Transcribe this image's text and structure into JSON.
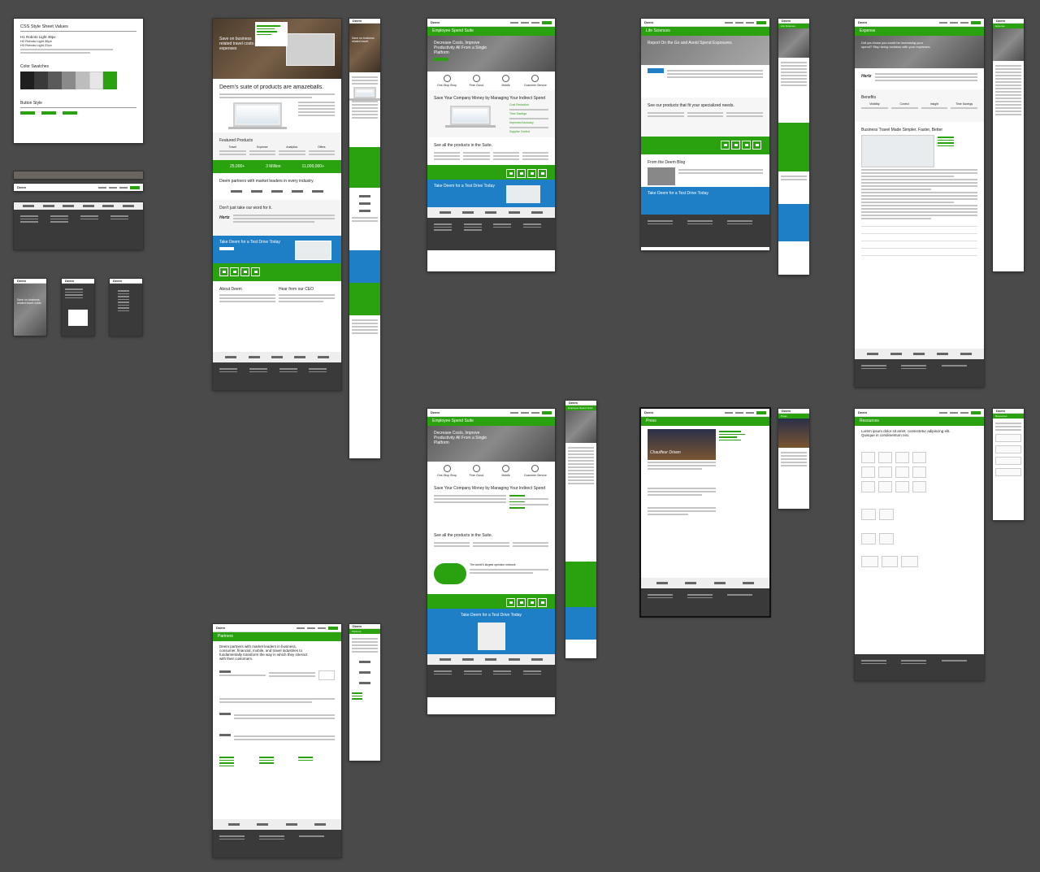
{
  "styleguide": {
    "title": "CSS Style Sheet Values",
    "h1": "H1 Roboto Light 48px",
    "h2": "H2 Roboto Light 36px",
    "h3": "H3 Roboto Light 22px",
    "swatches_title": "Color Swatches",
    "buttons_title": "Button Style",
    "swatch_colors": [
      "#1e1e1e",
      "#3a3a3a",
      "#5a5a5a",
      "#8a8a8a",
      "#bdbdbd",
      "#e6e6e6",
      "#2aa10f"
    ]
  },
  "brand": {
    "logo": "Deem",
    "green": "#2aa10f",
    "blue": "#1f7fc6",
    "dark": "#3a3a3a"
  },
  "home": {
    "hero": "Save on business related travel costs and expenses",
    "suite_title": "Deem's suite of products are amazeballs.",
    "featured_title": "Featured Products",
    "products": [
      "Travel",
      "Expense",
      "Analytics",
      "Offers"
    ],
    "stats": [
      "25,000+",
      "3 Million",
      "11,000,000+"
    ],
    "partners_title": "Deem partners with market leaders in every industry.",
    "quote_title": "Don't just take our word for it.",
    "quote_logo": "Hertz",
    "test_drive": "Take Deem for a Test Drive Today",
    "about_title": "About Deem",
    "ceo_title": "Hear from our CEO"
  },
  "ess": {
    "bar": "Employee Spend Suite",
    "hero": "Decrease Costs, Improve Productivity All From a Single Platform",
    "features": [
      "One-Stop Shop",
      "Pure Cloud",
      "Mobile",
      "Customer Service"
    ],
    "save_title": "Save Your Company Money by Managing Your Indirect Spend",
    "checklist": [
      "Cost Reduction",
      "Time Savings",
      "Improved Accuracy",
      "Supplier Control"
    ],
    "all_products": "See all the products in the Suite.",
    "network": "The world's largest operator network",
    "test_drive": "Take Deem for a Test Drive Today"
  },
  "life": {
    "bar": "Life Sciences",
    "hero": "Report On the Go and Avoid Spend Exposures",
    "products_title": "See our products that fit your specialized needs.",
    "blog_title": "From the Deem Blog",
    "test_drive": "Take Deem for a Test Drive Today"
  },
  "expense": {
    "bar": "Expense",
    "hero": "Did you know you could be increasing your spend? Stop being reckless with your expenses.",
    "logo": "Hertz",
    "benefits_title": "Benefits",
    "benefits": [
      "Visibility",
      "Control",
      "Insight",
      "Time Savings"
    ],
    "travel_title": "Business Travel Made Simpler, Faster, Better"
  },
  "press": {
    "bar": "Press",
    "hero": "Chauffeur Driven"
  },
  "resources": {
    "bar": "Resources",
    "intro": "Lorem ipsum dolor sit amet, consectetur adipiscing elit. Quisque in condimentum nisi."
  },
  "partners": {
    "bar": "Partners",
    "intro": "Deem partners with market leaders in business, consumer, financial, mobile, and travel industries to fundamentally transform the way in which they interact with their customers."
  },
  "mobile_home": {
    "hero": "Save on business related travel"
  },
  "tiny_mobile": {
    "hero": "Save on business related travel costs"
  }
}
